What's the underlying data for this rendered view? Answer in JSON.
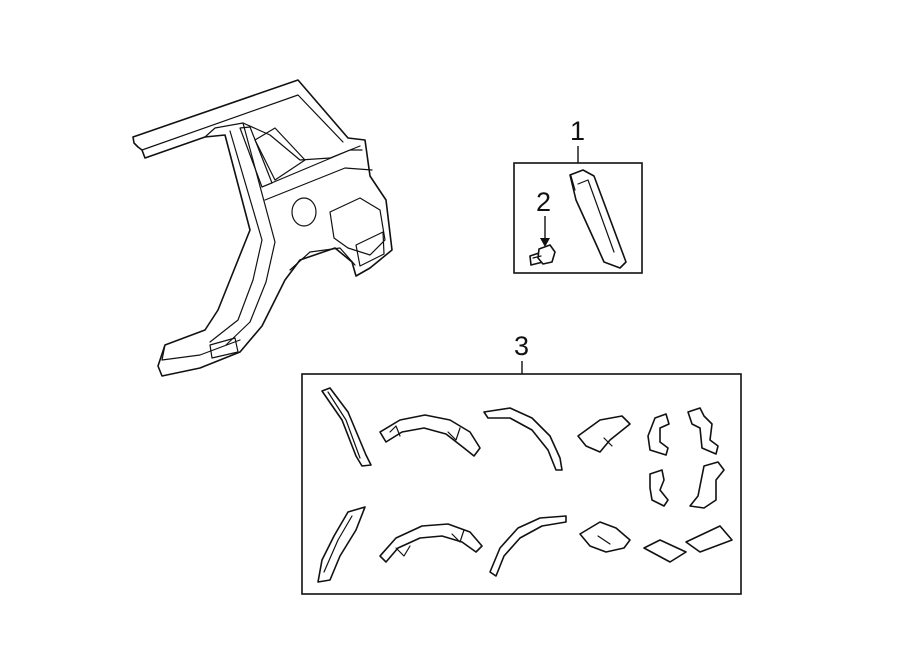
{
  "callouts": [
    {
      "id": "1",
      "label": "1"
    },
    {
      "id": "2",
      "label": "2"
    },
    {
      "id": "3",
      "label": "3"
    }
  ],
  "parts": [
    {
      "name": "quarter-panel",
      "callout": null
    },
    {
      "name": "wheel-opening-molding",
      "callout": "1"
    },
    {
      "name": "molding-clip",
      "callout": "2"
    },
    {
      "name": "molding-kit",
      "callout": "3"
    }
  ]
}
